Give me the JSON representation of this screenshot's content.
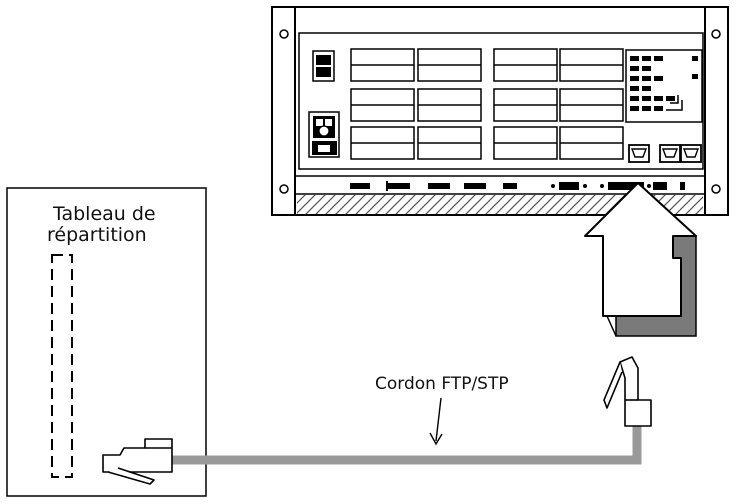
{
  "patch_panel": {
    "title_line1": "Tableau de",
    "title_line2": "répartition"
  },
  "cable": {
    "label": "Cordon FTP/STP"
  },
  "colors": {
    "line": "#000000",
    "cable": "#999999",
    "arrow_shadow": "#7a7a7a"
  },
  "icons": [
    "patch-panel",
    "rack-chassis",
    "rj45-plug",
    "rj45-port",
    "power-inlet",
    "up-arrow"
  ]
}
